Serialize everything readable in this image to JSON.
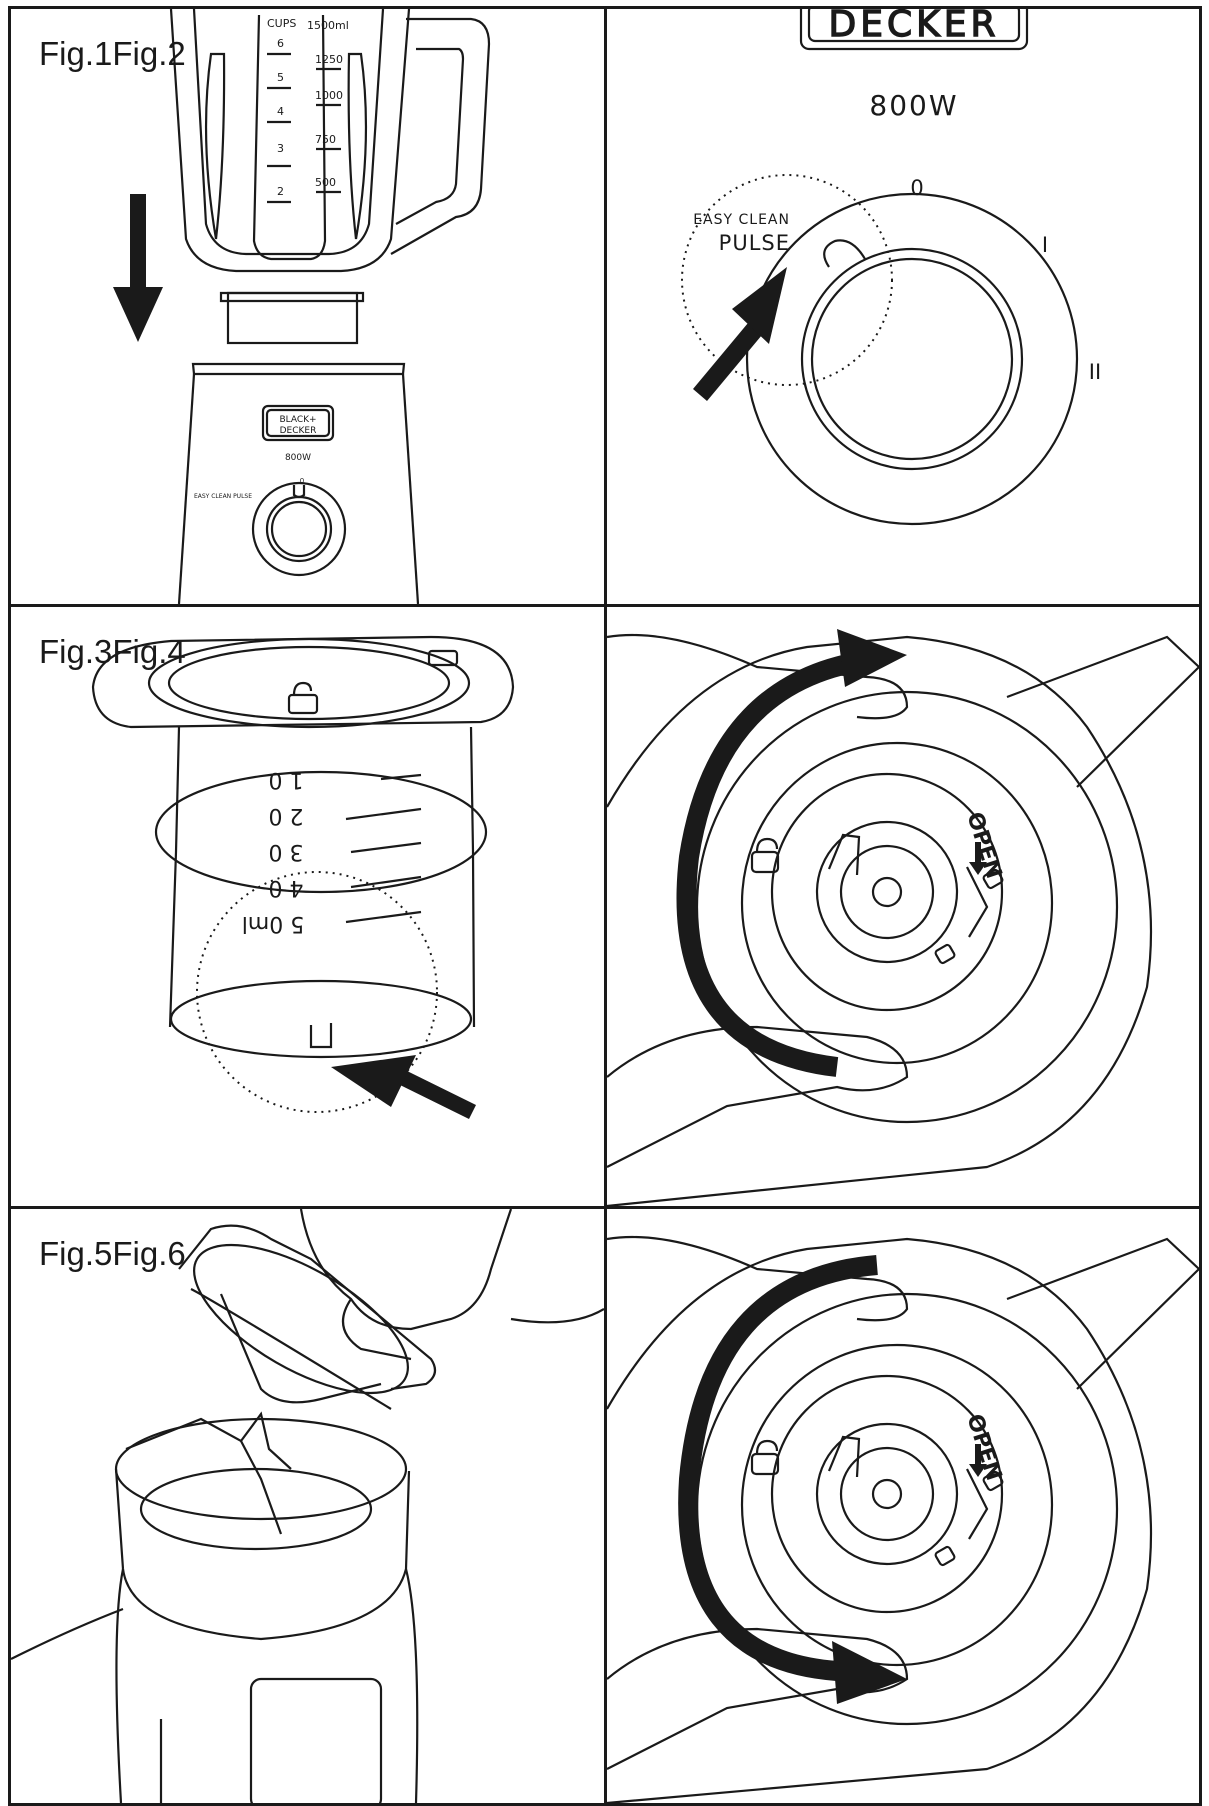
{
  "figures": [
    {
      "label": "Fig.1Fig.2"
    },
    {
      "label": "Fig.3Fig.4"
    },
    {
      "label": "Fig.5Fig.6"
    }
  ],
  "jug": {
    "cups_label": "CUPS",
    "cups": [
      "6",
      "5",
      "4",
      "3",
      "2"
    ],
    "ml": [
      "1500ml",
      "1250",
      "1000",
      "750",
      "500"
    ]
  },
  "base": {
    "brand_top": "BLACK+",
    "brand_bottom": "DECKER",
    "power": "800W",
    "dial_left": "EASY CLEAN PULSE",
    "dial_top": "0"
  },
  "dial": {
    "brand": "DECKER",
    "power": "800W",
    "easy_clean": "EASY CLEAN",
    "pulse": "PULSE",
    "pos_off": "0",
    "pos_1": "I",
    "pos_2": "II"
  },
  "cap": {
    "marks": [
      "1 0",
      "2 0",
      "3 0",
      "4 0",
      "5 0ml"
    ]
  },
  "base_top": {
    "open_label": "OPEN"
  },
  "colors": {
    "ink": "#1a1a1a",
    "background": "#ffffff"
  }
}
